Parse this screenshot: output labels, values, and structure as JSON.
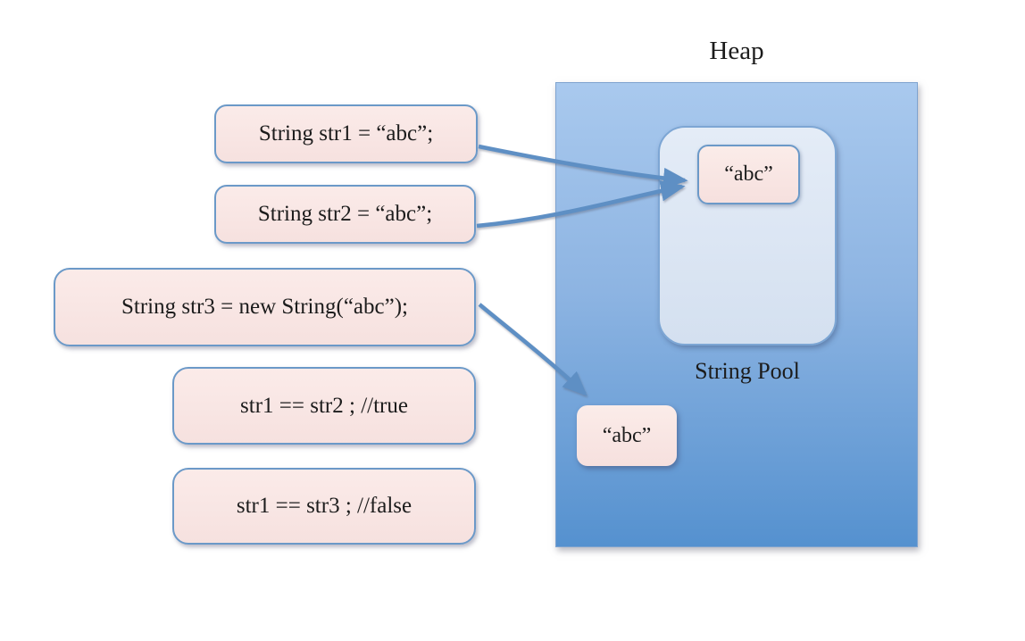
{
  "heap": {
    "label": "Heap",
    "string_pool": {
      "label": "String Pool",
      "value": "“abc”"
    },
    "heap_value": "“abc”"
  },
  "code_boxes": [
    {
      "id": "str1",
      "text": "String str1 = “abc”;"
    },
    {
      "id": "str2",
      "text": "String str2 = “abc”;"
    },
    {
      "id": "str3",
      "text": "String str3 = new String(“abc”);"
    },
    {
      "id": "cmp-true",
      "text": "str1 == str2 ; //true"
    },
    {
      "id": "cmp-false",
      "text": "str1 == str3 ; //false"
    }
  ],
  "connections": [
    {
      "from": "str1-box",
      "to": "string-pool-value"
    },
    {
      "from": "str2-box",
      "to": "string-pool-value"
    },
    {
      "from": "str3-box",
      "to": "heap-string-value"
    }
  ],
  "colors": {
    "box_fill": "#f9e7e5",
    "box_border": "#6b99c8",
    "heap_gradient_top": "#a9c9ee",
    "heap_gradient_bottom": "#5591cf",
    "pool_fill": "#dde7f3",
    "arrow": "#5e8fc4",
    "text": "#1c1c1c"
  }
}
